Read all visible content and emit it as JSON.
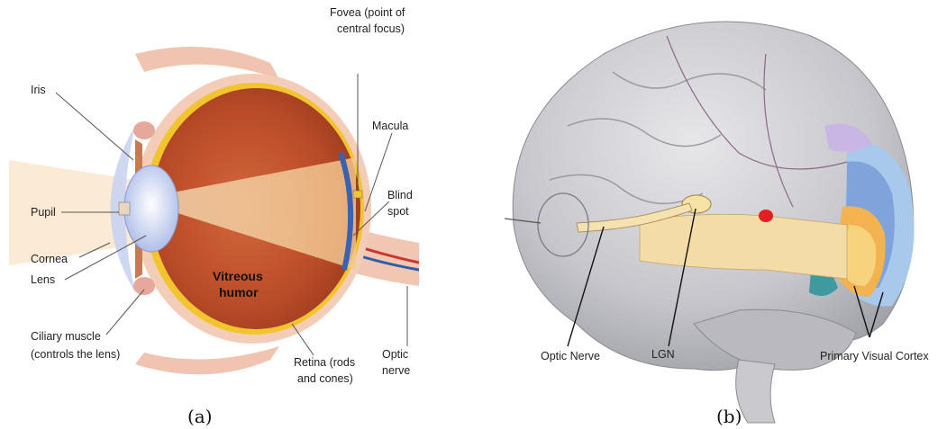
{
  "eye": {
    "labels": {
      "iris": "Iris",
      "pupil": "Pupil",
      "cornea": "Cornea",
      "lens": "Lens",
      "ciliary1": "Ciliary muscle",
      "ciliary2": "(controls the lens)",
      "vitreous1": "Vitreous",
      "vitreous2": "humor",
      "fovea1": "Fovea (point of",
      "fovea2": "central focus)",
      "macula": "Macula",
      "blind1": "Blind",
      "blind2": "spot",
      "retina1": "Retina (rods",
      "retina2": "and cones)",
      "optic1": "Optic",
      "optic2": "nerve"
    },
    "caption": "(a)"
  },
  "brain": {
    "labels": {
      "optic_nerve": "Optic Nerve",
      "lgn": "LGN",
      "pvc": "Primary Visual Cortex"
    },
    "caption": "(b)"
  }
}
